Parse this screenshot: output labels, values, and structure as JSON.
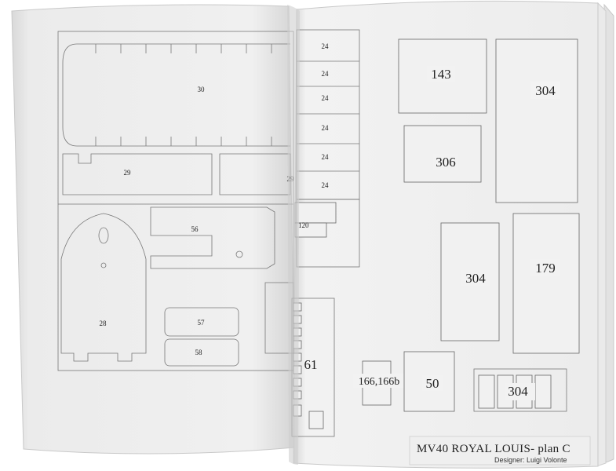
{
  "title": "MV40 ROYAL LOUIS- plan C",
  "designer": "Designer: Luigi Volonte",
  "left_page": {
    "labels": {
      "p30": "30",
      "p29": "29",
      "p29b": "29",
      "p56": "56",
      "p28": "28",
      "p57": "57",
      "p58": "58",
      "p120": "120"
    }
  },
  "right_page": {
    "strip_labels": [
      "24",
      "24",
      "24",
      "24",
      "24",
      "24"
    ],
    "labels": {
      "p143": "143",
      "p304a": "304",
      "p306": "306",
      "p304b": "304",
      "p179": "179",
      "p61": "61",
      "p166": "166,166b",
      "p50": "50",
      "p304c": "304"
    }
  }
}
